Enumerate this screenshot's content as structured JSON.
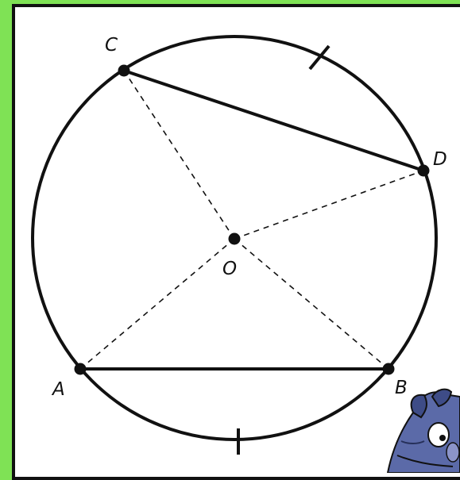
{
  "diagram": {
    "points": {
      "A": "A",
      "B": "B",
      "C": "C",
      "D": "D",
      "O": "O"
    },
    "colors": {
      "background": "#7fe255",
      "panel": "#ffffff",
      "ink": "#111111",
      "character": "#5b6aa8"
    },
    "character_icon": "eeyore-donkey-icon"
  }
}
